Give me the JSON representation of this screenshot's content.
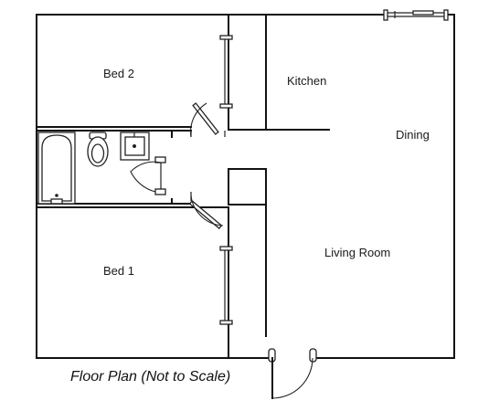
{
  "caption": "Floor Plan (Not to Scale)",
  "rooms": {
    "bed2": "Bed 2",
    "kitchen": "Kitchen",
    "dining": "Dining",
    "living_room": "Living Room",
    "bed1": "Bed 1"
  },
  "colors": {
    "walls": "#111111",
    "background": "#ffffff"
  }
}
